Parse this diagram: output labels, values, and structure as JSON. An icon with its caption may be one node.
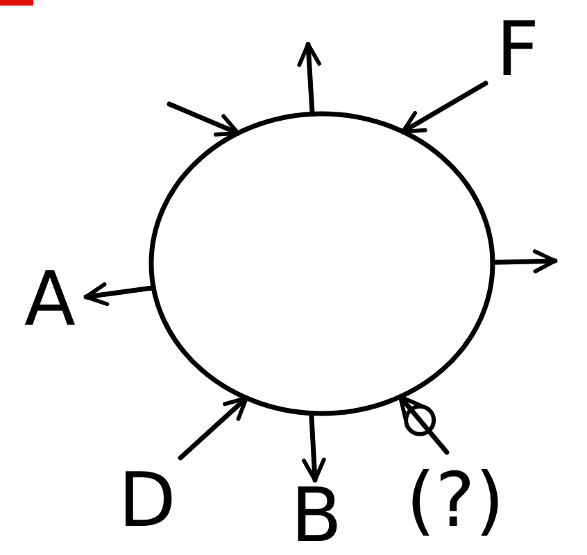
{
  "diagram": {
    "nodes": [
      {
        "text": [],
        "shape": "circle"
      },
      {
        "text": [
          "F"
        ]
      },
      {
        "text": [
          "A"
        ]
      },
      {
        "text": [
          "D"
        ]
      },
      {
        "text": [
          "B"
        ]
      },
      {
        "text": [
          "(?)"
        ]
      }
    ],
    "edges": [
      {
        "from": null,
        "to": 0,
        "arrow": "to"
      },
      {
        "from": 0,
        "to": null,
        "arrow": "to"
      },
      {
        "from": 1,
        "to": 0,
        "arrow": "to"
      },
      {
        "from": 0,
        "to": null,
        "arrow": "to"
      },
      {
        "from": 0,
        "to": 2,
        "arrow": "to"
      },
      {
        "from": 3,
        "to": 0,
        "arrow": "to"
      },
      {
        "from": 0,
        "to": 4,
        "arrow": "to"
      },
      {
        "from": 5,
        "to": 0,
        "arrow": "to"
      }
    ]
  }
}
